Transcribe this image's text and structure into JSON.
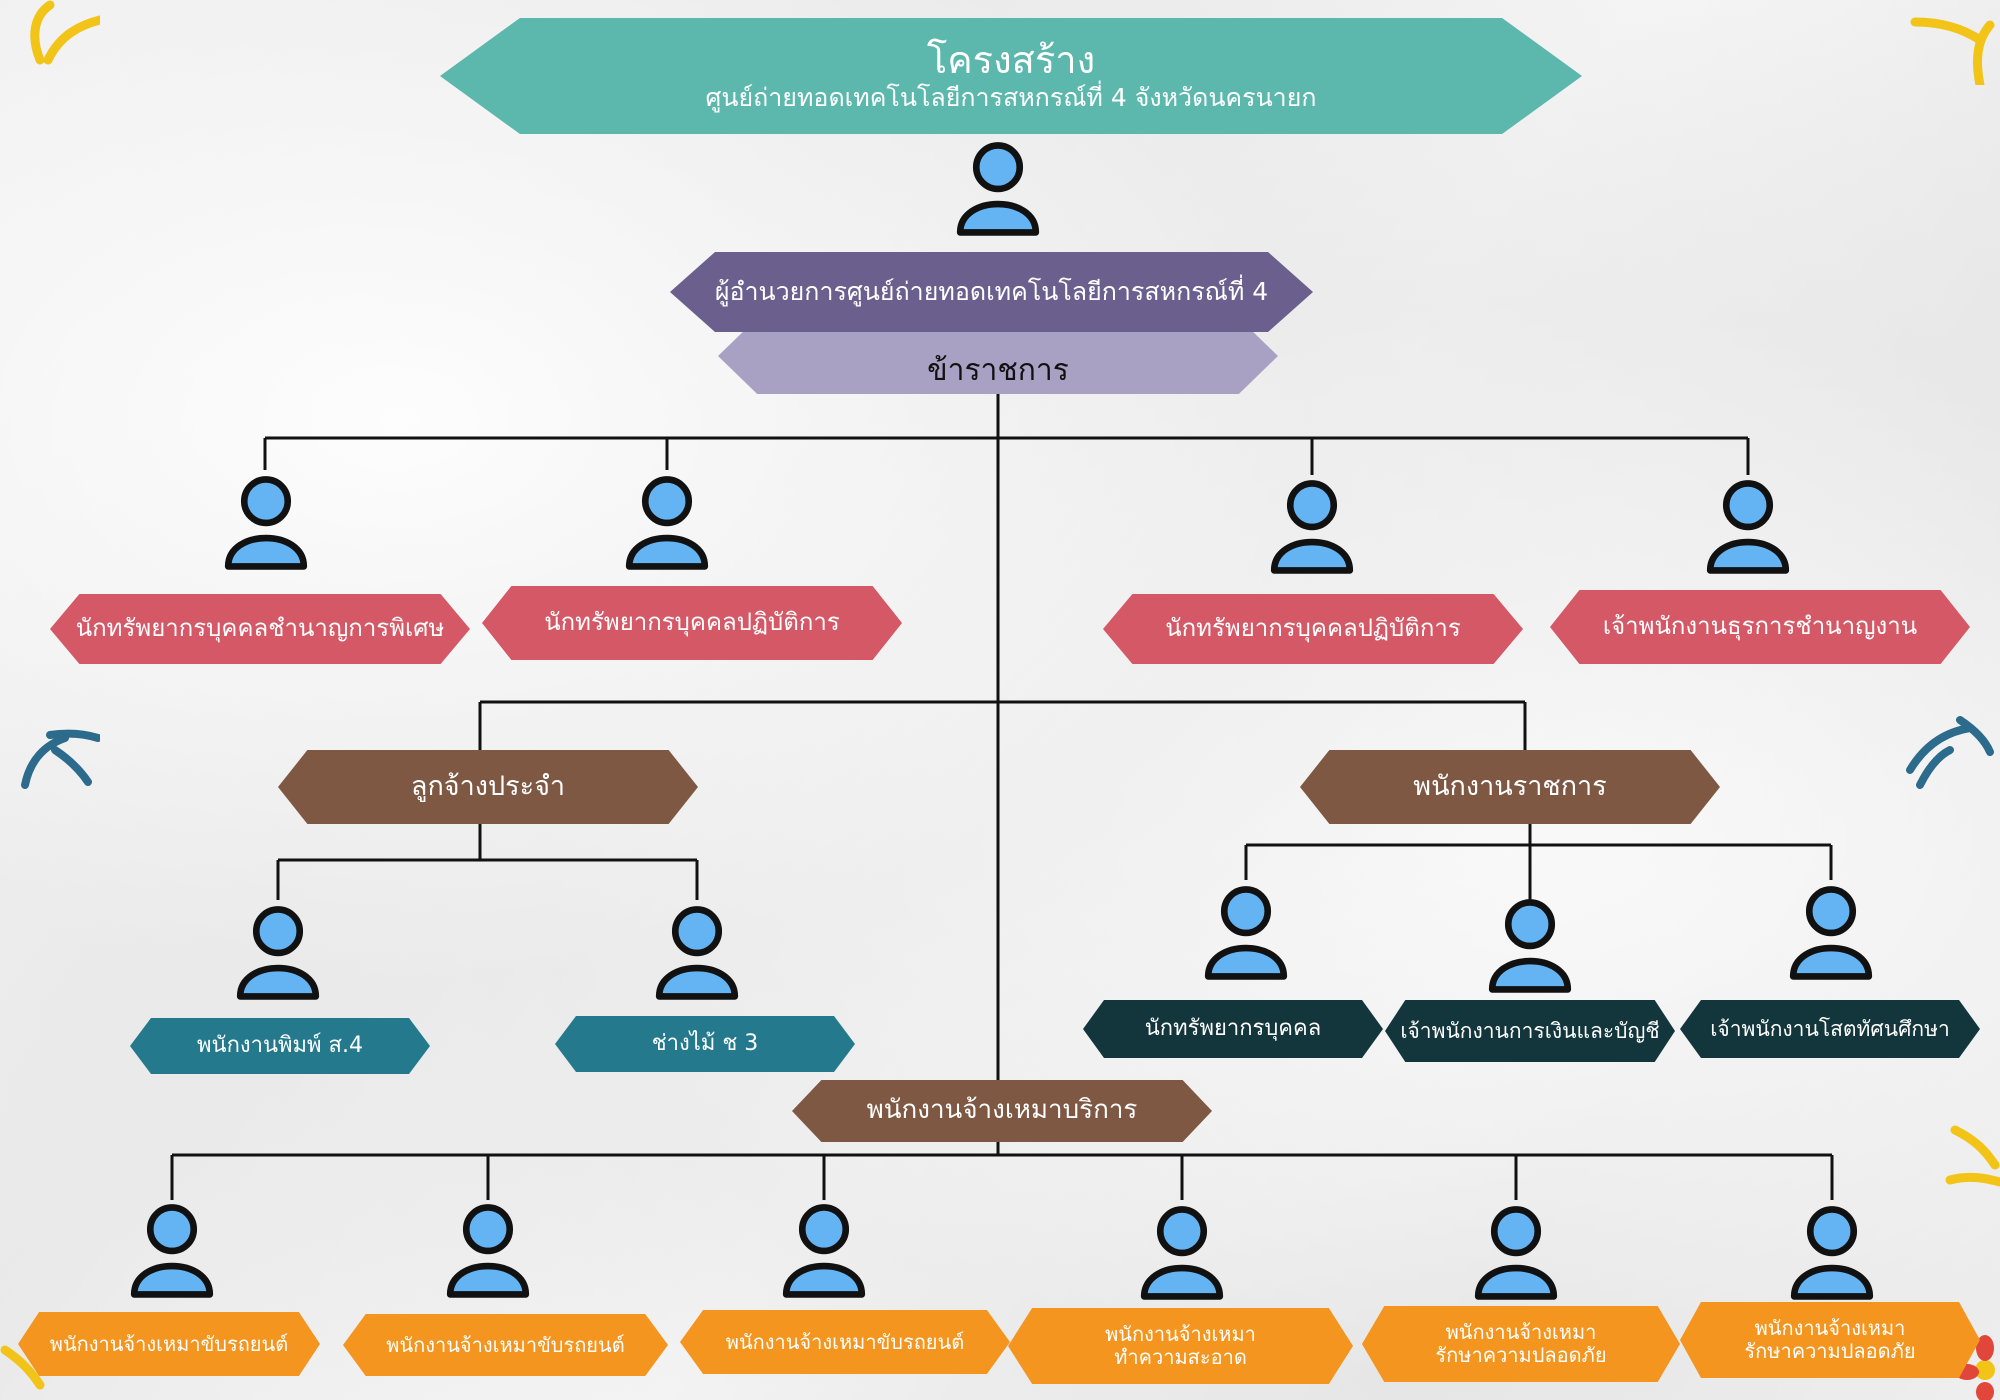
{
  "header": {
    "title": "โครงสร้าง",
    "subtitle": "ศูนย์ถ่ายทอดเทคโนโลยีการสหกรณ์ที่ 4 จังหวัดนครนายก"
  },
  "director": {
    "label": "ผู้อำนวยการศูนย์ถ่ายทอดเทคโนโลยีการสหกรณ์ที่ 4"
  },
  "civil_servants": {
    "label": "ข้าราชการ",
    "positions": [
      {
        "label": "นักทรัพยากรบุคคลชำนาญการพิเศษ"
      },
      {
        "label": "นักทรัพยากรบุคคลปฏิบัติการ"
      },
      {
        "label": "นักทรัพยากรบุคคลปฏิบัติการ"
      },
      {
        "label": "เจ้าพนักงานธุรการชำนาญงาน"
      }
    ]
  },
  "permanent_employees": {
    "label": "ลูกจ้างประจำ",
    "positions": [
      {
        "label": "พนักงานพิมพ์ ส.4"
      },
      {
        "label": "ช่างไม้ ช 3"
      }
    ]
  },
  "government_employees": {
    "label": "พนักงานราชการ",
    "positions": [
      {
        "label": "นักทรัพยากรบุคคล"
      },
      {
        "label": "เจ้าพนักงานการเงินและบัญชี"
      },
      {
        "label": "เจ้าพนักงานโสตทัศนศึกษา"
      }
    ]
  },
  "contract_service": {
    "label": "พนักงานจ้างเหมาบริการ",
    "positions": [
      {
        "line1": "พนักงานจ้างเหมาขับรถยนต์",
        "line2": ""
      },
      {
        "line1": "พนักงานจ้างเหมาขับรถยนต์",
        "line2": ""
      },
      {
        "line1": "พนักงานจ้างเหมาขับรถยนต์",
        "line2": ""
      },
      {
        "line1": "พนักงานจ้างเหมา",
        "line2": "ทำความสะอาด"
      },
      {
        "line1": "พนักงานจ้างเหมา",
        "line2": "รักษาความปลอดภัย"
      },
      {
        "line1": "พนักงานจ้างเหมา",
        "line2": "รักษาความปลอดภัย"
      }
    ]
  },
  "colors": {
    "header": "#5cb7ad",
    "director": "#6b5f8e",
    "civil_servant_band": "#a9a1c4",
    "civil_positions": "#d45866",
    "group_labels": "#7e5843",
    "permanent_positions": "#247a8c",
    "government_positions": "#13363d",
    "contract_positions": "#f3951f",
    "person_icon_fill": "#64b4f4",
    "lines": "#111111"
  }
}
